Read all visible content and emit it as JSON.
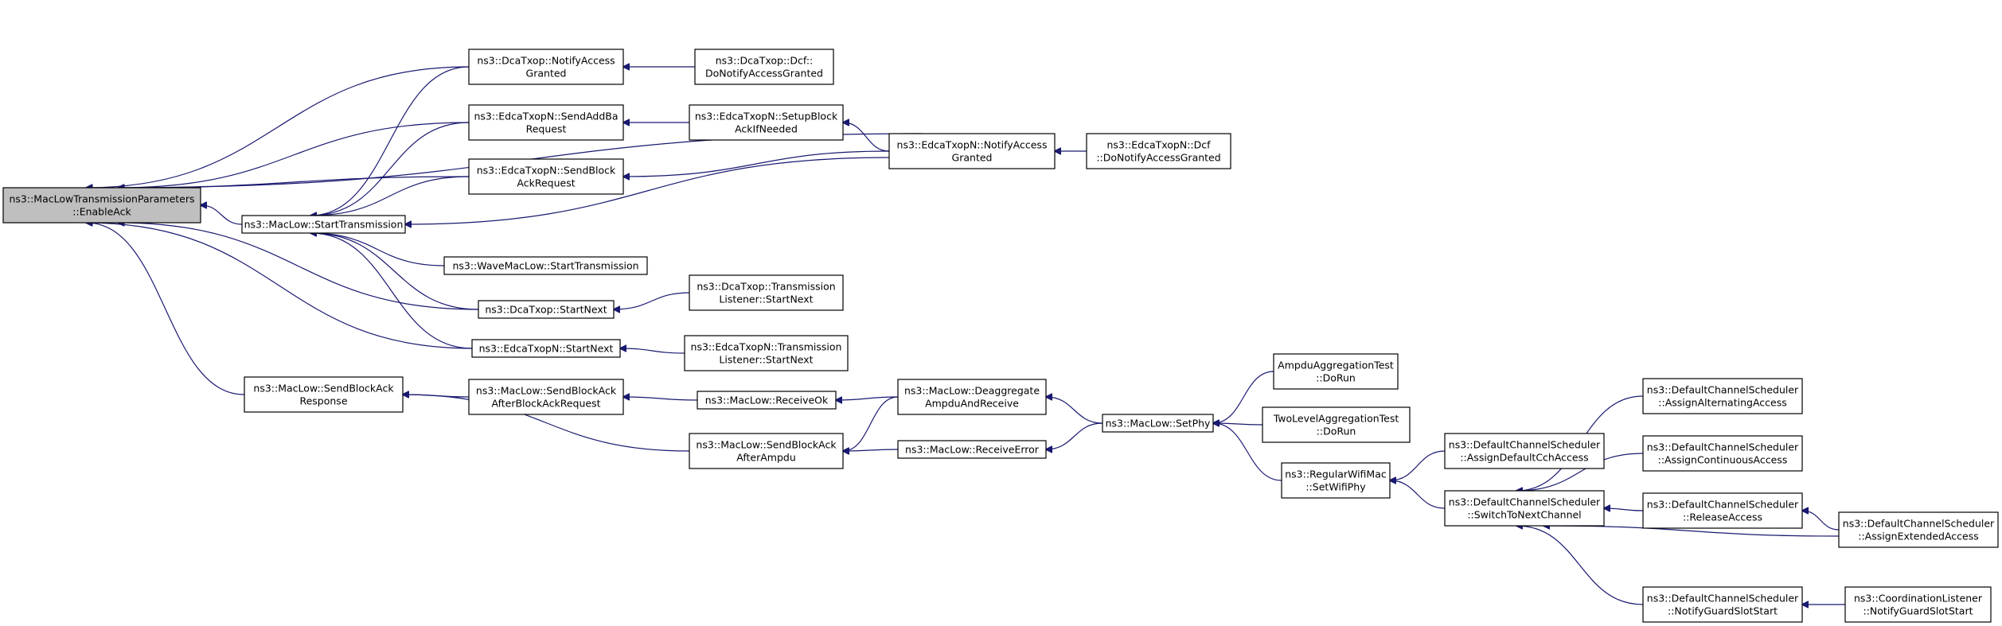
{
  "colors": {
    "edge": "#191970",
    "root_fill": "#bfbfbf",
    "node_fill": "#ffffff",
    "node_border": "#000000"
  },
  "nodes": [
    {
      "id": "root",
      "lines": [
        "ns3::MacLowTransmissionParameters",
        "::EnableAck"
      ]
    },
    {
      "id": "startTransmission",
      "lines": [
        "ns3::MacLow::StartTransmission"
      ]
    },
    {
      "id": "sendBlockAckResponse",
      "lines": [
        "ns3::MacLow::SendBlockAck",
        "Response"
      ]
    },
    {
      "id": "dcaNotifyAccess",
      "lines": [
        "ns3::DcaTxop::NotifyAccess",
        "Granted"
      ]
    },
    {
      "id": "edcaSendAddBa",
      "lines": [
        "ns3::EdcaTxopN::SendAddBa",
        "Request"
      ]
    },
    {
      "id": "edcaSendBlockAckReq",
      "lines": [
        "ns3::EdcaTxopN::SendBlock",
        "AckRequest"
      ]
    },
    {
      "id": "waveStartTransmission",
      "lines": [
        "ns3::WaveMacLow::StartTransmission"
      ]
    },
    {
      "id": "dcaStartNext",
      "lines": [
        "ns3::DcaTxop::StartNext"
      ]
    },
    {
      "id": "edcaStartNext",
      "lines": [
        "ns3::EdcaTxopN::StartNext"
      ]
    },
    {
      "id": "sendBlockAckAfterReq",
      "lines": [
        "ns3::MacLow::SendBlockAck",
        "AfterBlockAckRequest"
      ]
    },
    {
      "id": "dcaDoNotify",
      "lines": [
        "ns3::DcaTxop::Dcf::",
        "DoNotifyAccessGranted"
      ]
    },
    {
      "id": "edcaSetupBlockAck",
      "lines": [
        "ns3::EdcaTxopN::SetupBlock",
        "AckIfNeeded"
      ]
    },
    {
      "id": "dcaTransListener",
      "lines": [
        "ns3::DcaTxop::Transmission",
        "Listener::StartNext"
      ]
    },
    {
      "id": "edcaTransListener",
      "lines": [
        "ns3::EdcaTxopN::Transmission",
        "Listener::StartNext"
      ]
    },
    {
      "id": "receiveOk",
      "lines": [
        "ns3::MacLow::ReceiveOk"
      ]
    },
    {
      "id": "sendBlockAckAfterAmpdu",
      "lines": [
        "ns3::MacLow::SendBlockAck",
        "AfterAmpdu"
      ]
    },
    {
      "id": "edcaNotifyAccess",
      "lines": [
        "ns3::EdcaTxopN::NotifyAccess",
        "Granted"
      ]
    },
    {
      "id": "deaggregate",
      "lines": [
        "ns3::MacLow::Deaggregate",
        "AmpduAndReceive"
      ]
    },
    {
      "id": "receiveError",
      "lines": [
        "ns3::MacLow::ReceiveError"
      ]
    },
    {
      "id": "edcaDcfDoNotify",
      "lines": [
        "ns3::EdcaTxopN::Dcf",
        "::DoNotifyAccessGranted"
      ]
    },
    {
      "id": "setPhy",
      "lines": [
        "ns3::MacLow::SetPhy"
      ]
    },
    {
      "id": "ampduTest",
      "lines": [
        "AmpduAggregationTest",
        "::DoRun"
      ]
    },
    {
      "id": "twoLevelTest",
      "lines": [
        "TwoLevelAggregationTest",
        "::DoRun"
      ]
    },
    {
      "id": "setWifiPhy",
      "lines": [
        "ns3::RegularWifiMac",
        "::SetWifiPhy"
      ]
    },
    {
      "id": "assignDefaultCch",
      "lines": [
        "ns3::DefaultChannelScheduler",
        "::AssignDefaultCchAccess"
      ]
    },
    {
      "id": "switchToNext",
      "lines": [
        "ns3::DefaultChannelScheduler",
        "::SwitchToNextChannel"
      ]
    },
    {
      "id": "assignAlternating",
      "lines": [
        "ns3::DefaultChannelScheduler",
        "::AssignAlternatingAccess"
      ]
    },
    {
      "id": "assignContinuous",
      "lines": [
        "ns3::DefaultChannelScheduler",
        "::AssignContinuousAccess"
      ]
    },
    {
      "id": "releaseAccess",
      "lines": [
        "ns3::DefaultChannelScheduler",
        "::ReleaseAccess"
      ]
    },
    {
      "id": "notifyGuardSlot",
      "lines": [
        "ns3::DefaultChannelScheduler",
        "::NotifyGuardSlotStart"
      ]
    },
    {
      "id": "assignExtended",
      "lines": [
        "ns3::DefaultChannelScheduler",
        "::AssignExtendedAccess"
      ]
    },
    {
      "id": "coordListener",
      "lines": [
        "ns3::CoordinationListener",
        "::NotifyGuardSlotStart"
      ]
    }
  ],
  "edges": [
    [
      "startTransmission",
      "root"
    ],
    [
      "sendBlockAckResponse",
      "root"
    ],
    [
      "dcaNotifyAccess",
      "root"
    ],
    [
      "edcaSendAddBa",
      "root"
    ],
    [
      "edcaSendBlockAckReq",
      "root"
    ],
    [
      "dcaStartNext",
      "root"
    ],
    [
      "edcaStartNext",
      "root"
    ],
    [
      "edcaNotifyAccess",
      "root"
    ],
    [
      "dcaNotifyAccess",
      "startTransmission"
    ],
    [
      "edcaSendAddBa",
      "startTransmission"
    ],
    [
      "edcaSendBlockAckReq",
      "startTransmission"
    ],
    [
      "waveStartTransmission",
      "startTransmission"
    ],
    [
      "dcaStartNext",
      "startTransmission"
    ],
    [
      "edcaStartNext",
      "startTransmission"
    ],
    [
      "edcaNotifyAccess",
      "startTransmission"
    ],
    [
      "sendBlockAckAfterReq",
      "sendBlockAckResponse"
    ],
    [
      "sendBlockAckAfterAmpdu",
      "sendBlockAckResponse"
    ],
    [
      "dcaDoNotify",
      "dcaNotifyAccess"
    ],
    [
      "edcaSetupBlockAck",
      "edcaSendAddBa"
    ],
    [
      "edcaNotifyAccess",
      "edcaSendBlockAckReq"
    ],
    [
      "dcaTransListener",
      "dcaStartNext"
    ],
    [
      "edcaTransListener",
      "edcaStartNext"
    ],
    [
      "receiveOk",
      "sendBlockAckAfterReq"
    ],
    [
      "edcaNotifyAccess",
      "edcaSetupBlockAck"
    ],
    [
      "deaggregate",
      "receiveOk"
    ],
    [
      "deaggregate",
      "sendBlockAckAfterAmpdu"
    ],
    [
      "receiveError",
      "sendBlockAckAfterAmpdu"
    ],
    [
      "edcaDcfDoNotify",
      "edcaNotifyAccess"
    ],
    [
      "setPhy",
      "deaggregate"
    ],
    [
      "setPhy",
      "receiveError"
    ],
    [
      "ampduTest",
      "setPhy"
    ],
    [
      "twoLevelTest",
      "setPhy"
    ],
    [
      "setWifiPhy",
      "setPhy"
    ],
    [
      "assignDefaultCch",
      "setWifiPhy"
    ],
    [
      "switchToNext",
      "setWifiPhy"
    ],
    [
      "assignAlternating",
      "switchToNext"
    ],
    [
      "assignContinuous",
      "switchToNext"
    ],
    [
      "releaseAccess",
      "switchToNext"
    ],
    [
      "notifyGuardSlot",
      "switchToNext"
    ],
    [
      "assignExtended",
      "switchToNext"
    ],
    [
      "assignExtended",
      "releaseAccess"
    ],
    [
      "coordListener",
      "notifyGuardSlot"
    ]
  ]
}
